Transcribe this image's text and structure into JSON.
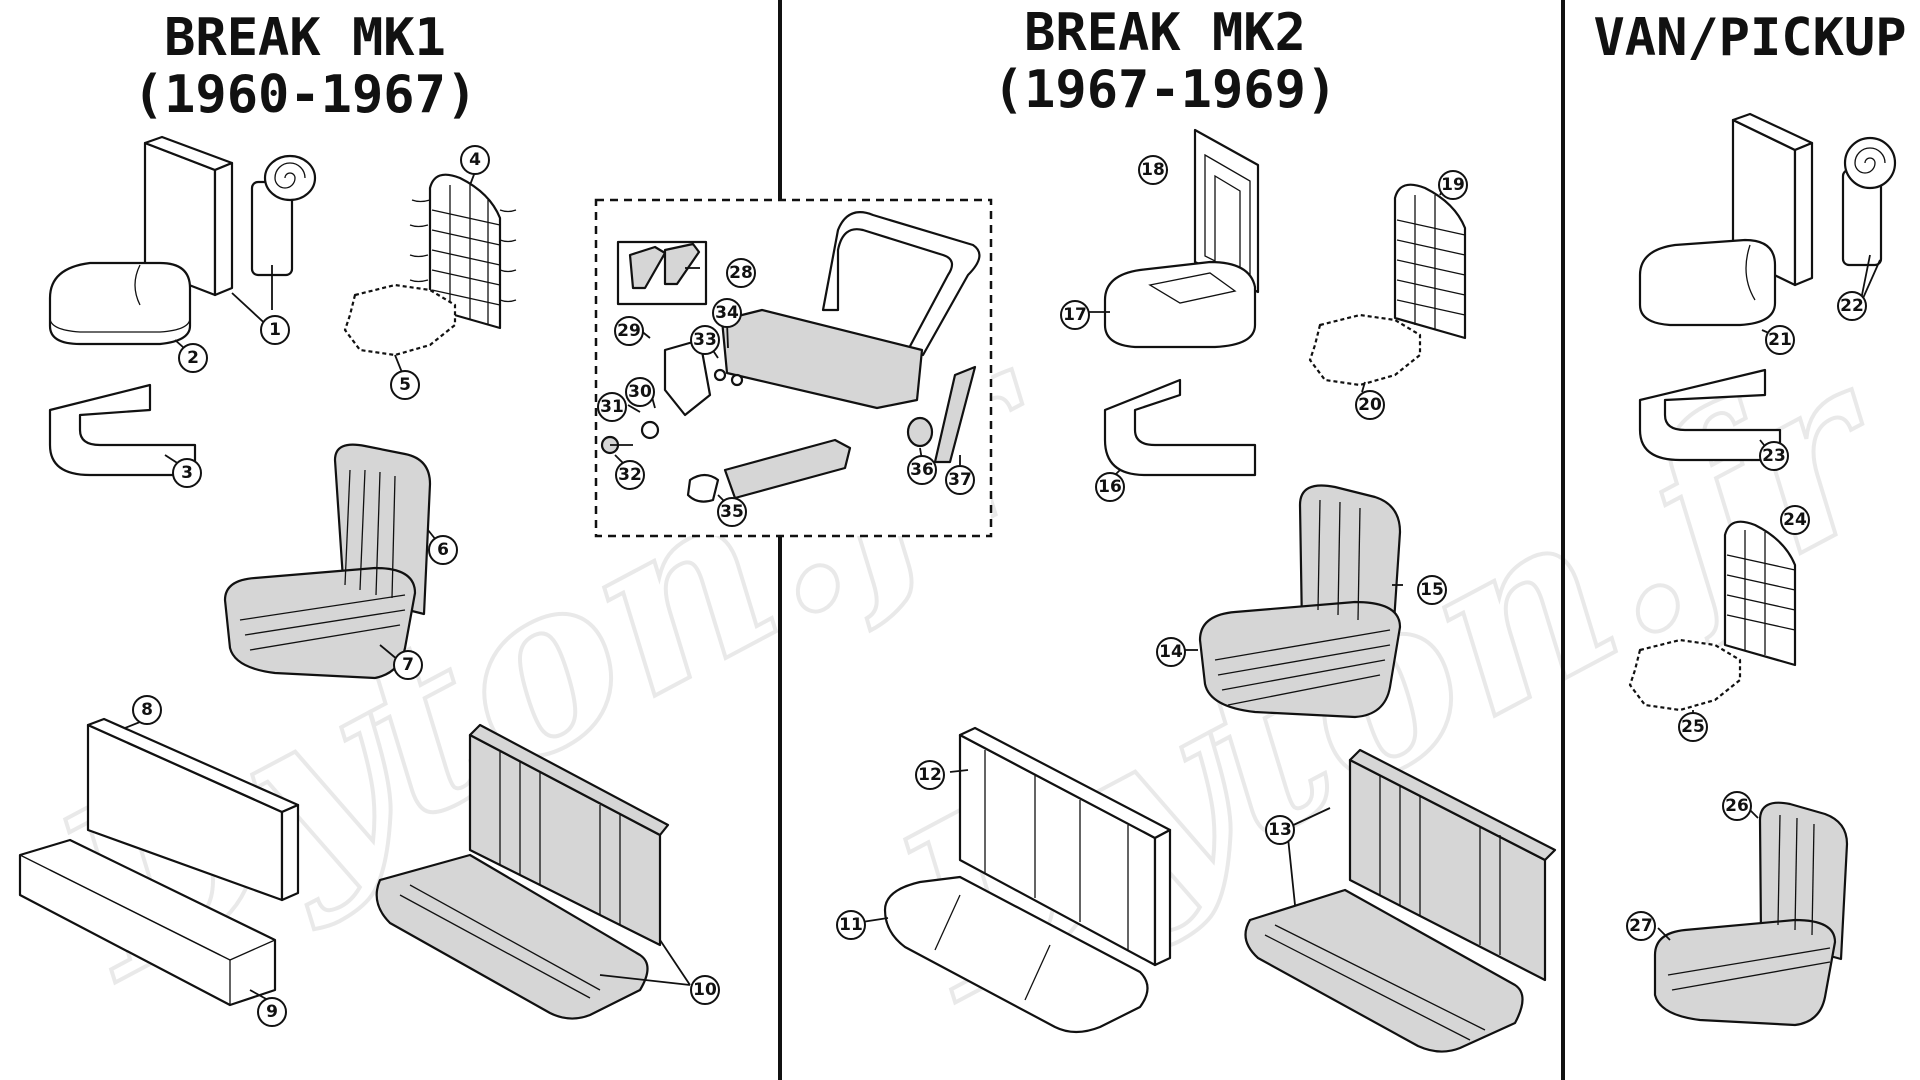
{
  "sections": [
    {
      "id": "mk1",
      "title_line1": "BREAK MK1",
      "title_line2": "(1960-1967)"
    },
    {
      "id": "mk2",
      "title_line1": "BREAK MK2",
      "title_line2": "(1967-1969)"
    },
    {
      "id": "van",
      "title_line1": "VAN/PICKUP",
      "title_line2": ""
    }
  ],
  "watermark": "Dyton.fr",
  "callouts": [
    "1",
    "2",
    "3",
    "4",
    "5",
    "6",
    "7",
    "8",
    "9",
    "10",
    "11",
    "12",
    "13",
    "14",
    "15",
    "16",
    "17",
    "18",
    "19",
    "20",
    "21",
    "22",
    "23",
    "24",
    "25",
    "26",
    "27",
    "28",
    "29",
    "30",
    "31",
    "32",
    "33",
    "34",
    "35",
    "36",
    "37"
  ]
}
